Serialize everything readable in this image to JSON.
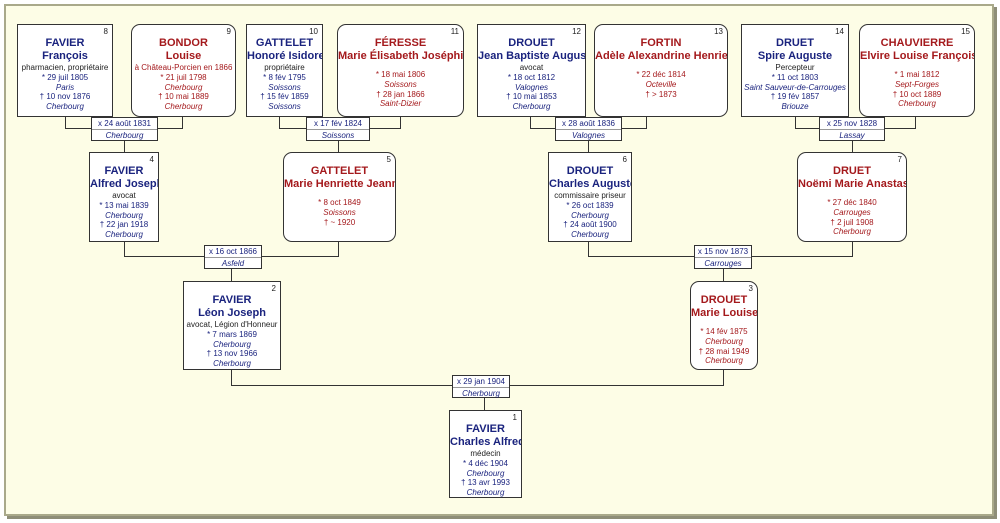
{
  "colors": {
    "male": "#1a237e",
    "female": "#a4191c",
    "background": "#fdfde6"
  },
  "persons": {
    "p1": {
      "num": "1",
      "surname": "FAVIER",
      "given": "Charles Alfred",
      "occupation": "médecin",
      "birth": "* 4 déc 1904",
      "birth_place": "Cherbourg",
      "death": "† 13 avr 1993",
      "death_place": "Cherbourg"
    },
    "p2": {
      "num": "2",
      "surname": "FAVIER",
      "given": "Léon Joseph",
      "occupation": "avocat, Légion d'Honneur",
      "birth": "* 7 mars 1869",
      "birth_place": "Cherbourg",
      "death": "† 13 nov 1966",
      "death_place": "Cherbourg"
    },
    "p3": {
      "num": "3",
      "surname": "DROUET",
      "given": "Marie Louise",
      "birth": "* 14 fév 1875",
      "birth_place": "Cherbourg",
      "death": "† 28 mai 1949",
      "death_place": "Cherbourg"
    },
    "p4": {
      "num": "4",
      "surname": "FAVIER",
      "given": "Alfred Joseph",
      "occupation": "avocat",
      "birth": "* 13 mai 1839",
      "birth_place": "Cherbourg",
      "death": "† 22 jan 1918",
      "death_place": "Cherbourg"
    },
    "p5": {
      "num": "5",
      "surname": "GATTELET",
      "given": "Marie Henriette Jeanne",
      "birth": "* 8 oct 1849",
      "birth_place": "Soissons",
      "death": "† ~ 1920"
    },
    "p6": {
      "num": "6",
      "surname": "DROUET",
      "given": "Charles Auguste",
      "occupation": "commissaire priseur",
      "birth": "* 26 oct 1839",
      "birth_place": "Cherbourg",
      "death": "† 24 août 1900",
      "death_place": "Cherbourg"
    },
    "p7": {
      "num": "7",
      "surname": "DRUET",
      "given": "Noëmi Marie Anastasie",
      "birth": "* 27 déc 1840",
      "birth_place": "Carrouges",
      "death": "† 2 juil 1908",
      "death_place": "Cherbourg"
    },
    "p8": {
      "num": "8",
      "surname": "FAVIER",
      "given": "François",
      "occupation": "pharmacien, propriétaire",
      "birth": "* 29 juil 1805",
      "birth_place": "Paris",
      "death": "† 10 nov 1876",
      "death_place": "Cherbourg"
    },
    "p9": {
      "num": "9",
      "surname": "BONDOR",
      "given": "Louise",
      "note": "à Château-Porcien en 1866",
      "birth": "* 21 juil 1798",
      "birth_place": "Cherbourg",
      "death": "† 10 mai 1889",
      "death_place": "Cherbourg"
    },
    "p10": {
      "num": "10",
      "surname": "GATTELET",
      "given": "Honoré Isidore",
      "occupation": "propriétaire",
      "birth": "* 8 fév 1795",
      "birth_place": "Soissons",
      "death": "† 15 fév 1859",
      "death_place": "Soissons"
    },
    "p11": {
      "num": "11",
      "surname": "FÉRESSE",
      "given": "Marie Élisabeth Joséphine",
      "birth": "* 18 mai 1806",
      "birth_place": "Soissons",
      "death": "† 28 jan 1866",
      "death_place": "Saint-Dizier"
    },
    "p12": {
      "num": "12",
      "surname": "DROUET",
      "given": "Jean Baptiste Auguste",
      "occupation": "avocat",
      "birth": "* 18 oct 1812",
      "birth_place": "Valognes",
      "death": "† 10 mai 1853",
      "death_place": "Cherbourg"
    },
    "p13": {
      "num": "13",
      "surname": "FORTIN",
      "given": "Adèle Alexandrine Henriette",
      "birth": "* 22 déc 1814",
      "birth_place": "Octeville",
      "death": "† > 1873"
    },
    "p14": {
      "num": "14",
      "surname": "DRUET",
      "given": "Spire Auguste",
      "occupation": "Percepteur",
      "birth": "* 11 oct 1803",
      "birth_place": "Saint Sauveur-de-Carrouges",
      "death": "† 19 fév 1857",
      "death_place": "Briouze"
    },
    "p15": {
      "num": "15",
      "surname": "CHAUVIERRE",
      "given": "Elvire Louise Françoise",
      "birth": "* 1 mai 1812",
      "birth_place": "Sept-Forges",
      "death": "† 10 oct 1889",
      "death_place": "Cherbourg"
    }
  },
  "marriages": {
    "m1": {
      "date": "x 29 jan 1904",
      "place": "Cherbourg"
    },
    "m2": {
      "date": "x 16 oct 1866",
      "place": "Asfeld"
    },
    "m3": {
      "date": "x 15 nov 1873",
      "place": "Carrouges"
    },
    "m4": {
      "date": "x 24 août 1831",
      "place": "Cherbourg"
    },
    "m5": {
      "date": "x 17 fév 1824",
      "place": "Soissons"
    },
    "m6": {
      "date": "x 28 août 1836",
      "place": "Valognes"
    },
    "m7": {
      "date": "x 25 nov 1828",
      "place": "Lassay"
    }
  }
}
